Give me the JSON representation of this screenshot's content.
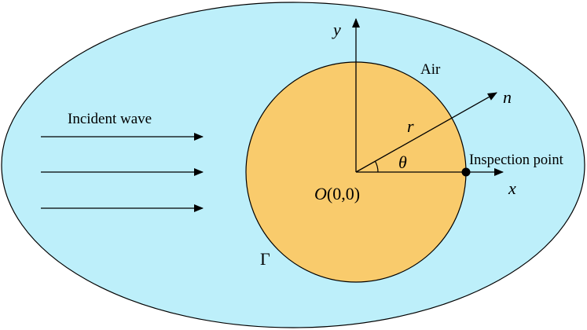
{
  "colors": {
    "air_fill": "#bdeffa",
    "cylinder_fill": "#f9cb6c",
    "stroke": "#000000"
  },
  "labels": {
    "incident_wave": "Incident wave",
    "air": "Air",
    "boundary": "Γ",
    "origin": "O(0,0)",
    "inspection_point": "Inspection point",
    "x_axis": "x",
    "y_axis": "y",
    "normal": "n",
    "radius": "r",
    "angle": "θ"
  },
  "incident_wave_arrows": 3
}
